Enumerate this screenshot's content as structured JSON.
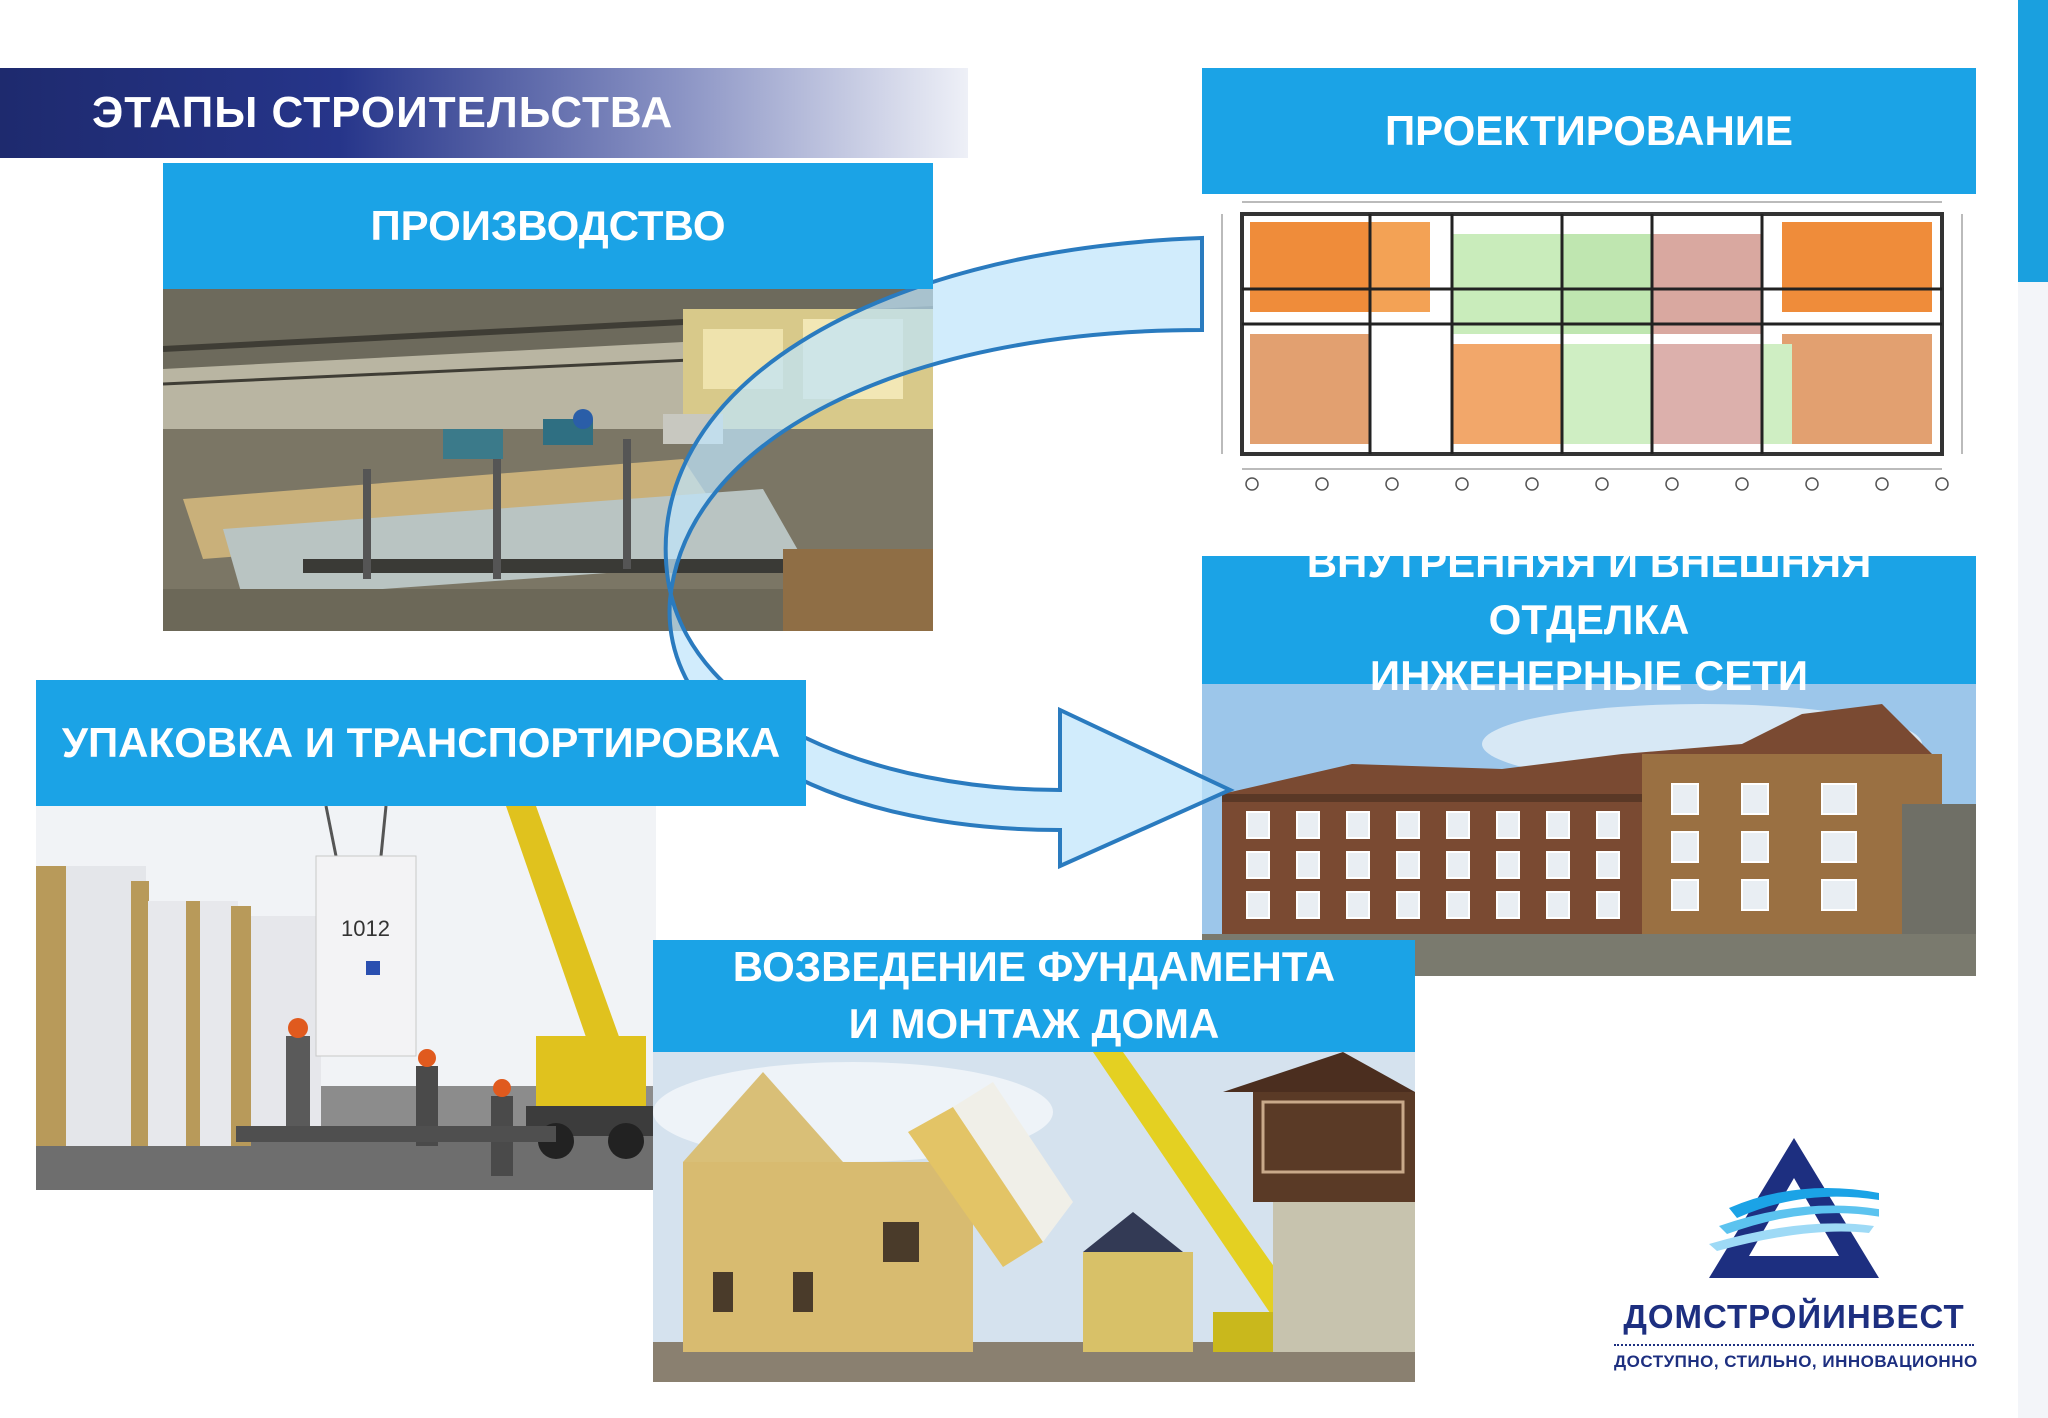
{
  "header": {
    "title": "ЭТАПЫ СТРОИТЕЛЬСТВА"
  },
  "stages": {
    "design": "ПРОЕКТИРОВАНИЕ",
    "production": "ПРОИЗВОДСТВО",
    "finishing_line1": "ВНУТРЕННЯЯ И ВНЕШНЯЯ ОТДЕЛКА",
    "finishing_line2": "ИНЖЕНЕРНЫЕ СЕТИ",
    "packing": "УПАКОВКА И ТРАНСПОРТИРОВКА",
    "foundation_line1": "ВОЗВЕДЕНИЕ ФУНДАМЕНТА",
    "foundation_line2": "И МОНТАЖ ДОМА"
  },
  "crate_marking": "1012",
  "logo": {
    "name": "ДОМСТРОЙИНВЕСТ",
    "slogan": "ДОСТУПНО, СТИЛЬНО, ИННОВАЦИОННО"
  },
  "colors": {
    "label_blue": "#1ba3e6",
    "header_navy": "#1e2a6e",
    "logo_navy": "#1d2f80",
    "arrow_fill": "#bfe4fb",
    "arrow_stroke": "#2a7bbf"
  },
  "icons": [
    "logo-triangle-icon",
    "flow-arrow-icon"
  ]
}
